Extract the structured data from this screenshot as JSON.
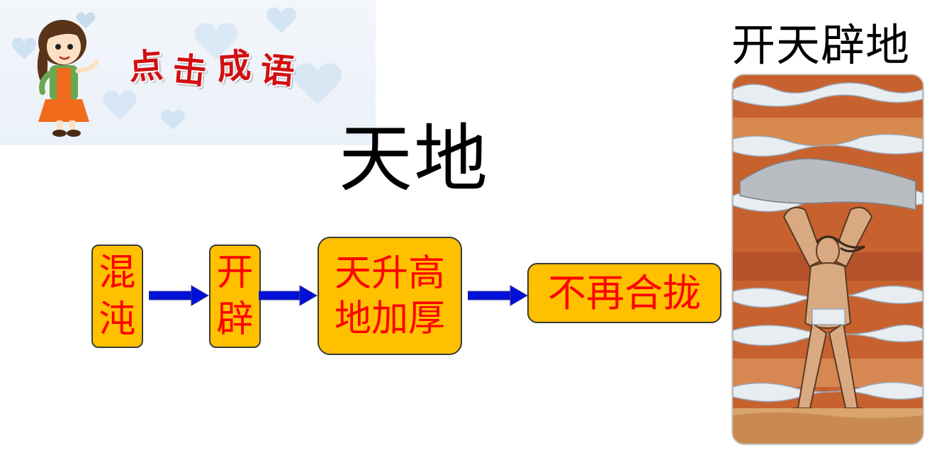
{
  "banner": {
    "chars": [
      "点",
      "击",
      "成",
      "语"
    ]
  },
  "title": "天地",
  "flow": {
    "box1": [
      "混",
      "沌"
    ],
    "box2": [
      "开",
      "辟"
    ],
    "box3": [
      "天升高",
      "地加厚"
    ],
    "box4": "不再合拢"
  },
  "illustration": {
    "title": "开天辟地"
  },
  "colors": {
    "box_fill": "#ffc000",
    "box_text": "#ff0000",
    "arrow": "#0010d8",
    "banner_text": "#d10f12"
  }
}
